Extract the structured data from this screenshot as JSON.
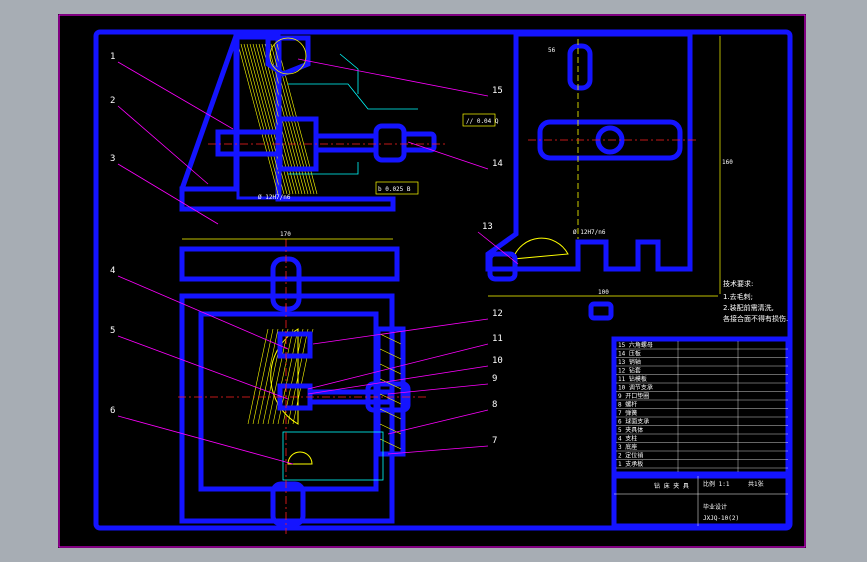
{
  "drawing": {
    "colors": {
      "background": "#a7adb4",
      "sheet": "#000000",
      "outline": "#1414ff",
      "leader": "#ff00ff",
      "hatch": "#ffff00",
      "center": "#ff2020",
      "aux": "#00ffff",
      "text": "#ffffff"
    },
    "part_labels": [
      "1",
      "2",
      "3",
      "4",
      "5",
      "6",
      "7",
      "8",
      "9",
      "10",
      "11",
      "12",
      "13",
      "14",
      "15"
    ],
    "dimensions": {
      "width_main": "170",
      "width_right": "100",
      "height_right": "160",
      "top_small": "56",
      "bore_left": "Ø 12H7/n6",
      "bore_right": "Ø 12H7/n6"
    },
    "tolerances": {
      "flatness": "0.04",
      "flatness_ref": "Q",
      "parallel": "0.025",
      "parallel_ref": "B"
    },
    "tech_requirements": {
      "title": "技术要求:",
      "line1": "1.去毛刺;",
      "line2": "2.装配前需清洗,",
      "line3": "各接合面不得有损伤."
    },
    "title_block": {
      "drawing_name": "钻 床 夹 具",
      "scale_label": "比例",
      "scale": "1:1",
      "sheet": "共1张",
      "school": "毕业设计",
      "code": "JXJQ-10(2)"
    },
    "parts_list_rows": [
      "15  六角螺母",
      "14  压板",
      "13  销轴",
      "12  钻套",
      "11  钻模板",
      "10  调节支承",
      "9  开口垫圈",
      "8  螺杆",
      "7  弹簧",
      "6  球面支承",
      "5  夹具体",
      "4  支柱",
      "3  底座",
      "2  定位销",
      "1  支承板"
    ]
  }
}
